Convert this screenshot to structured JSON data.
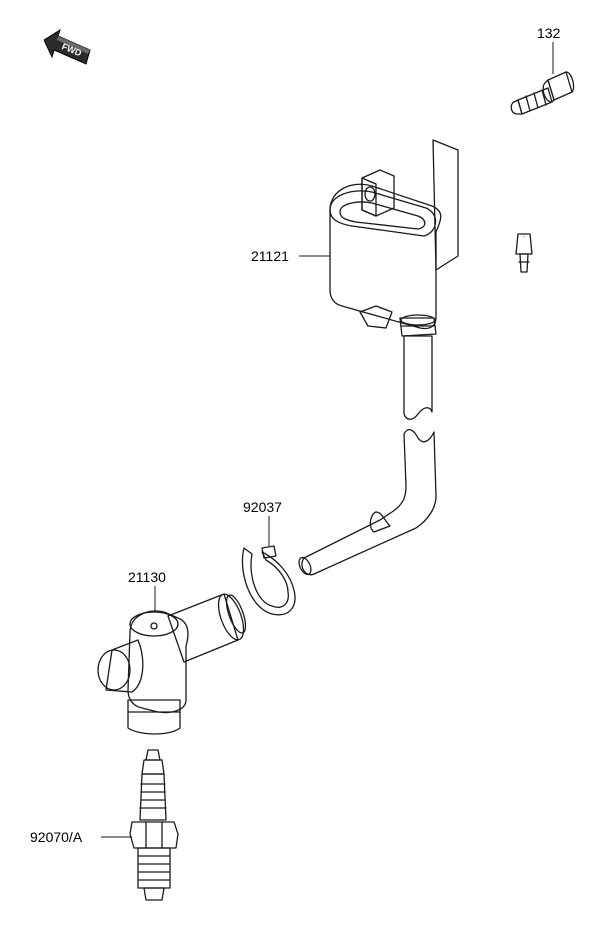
{
  "fwd_indicator": {
    "text": "FWD"
  },
  "callouts": {
    "bolt": "132",
    "ignition_coil": "21121",
    "clamp": "92037",
    "plug_cap": "21130",
    "spark_plug": "92070/A"
  },
  "colors": {
    "ink": "#1a1a1a",
    "shade_dark": "#7a7a7a",
    "shade_mid": "#b8b8b8",
    "shade_light": "#e6e6e6",
    "background": "#ffffff"
  }
}
